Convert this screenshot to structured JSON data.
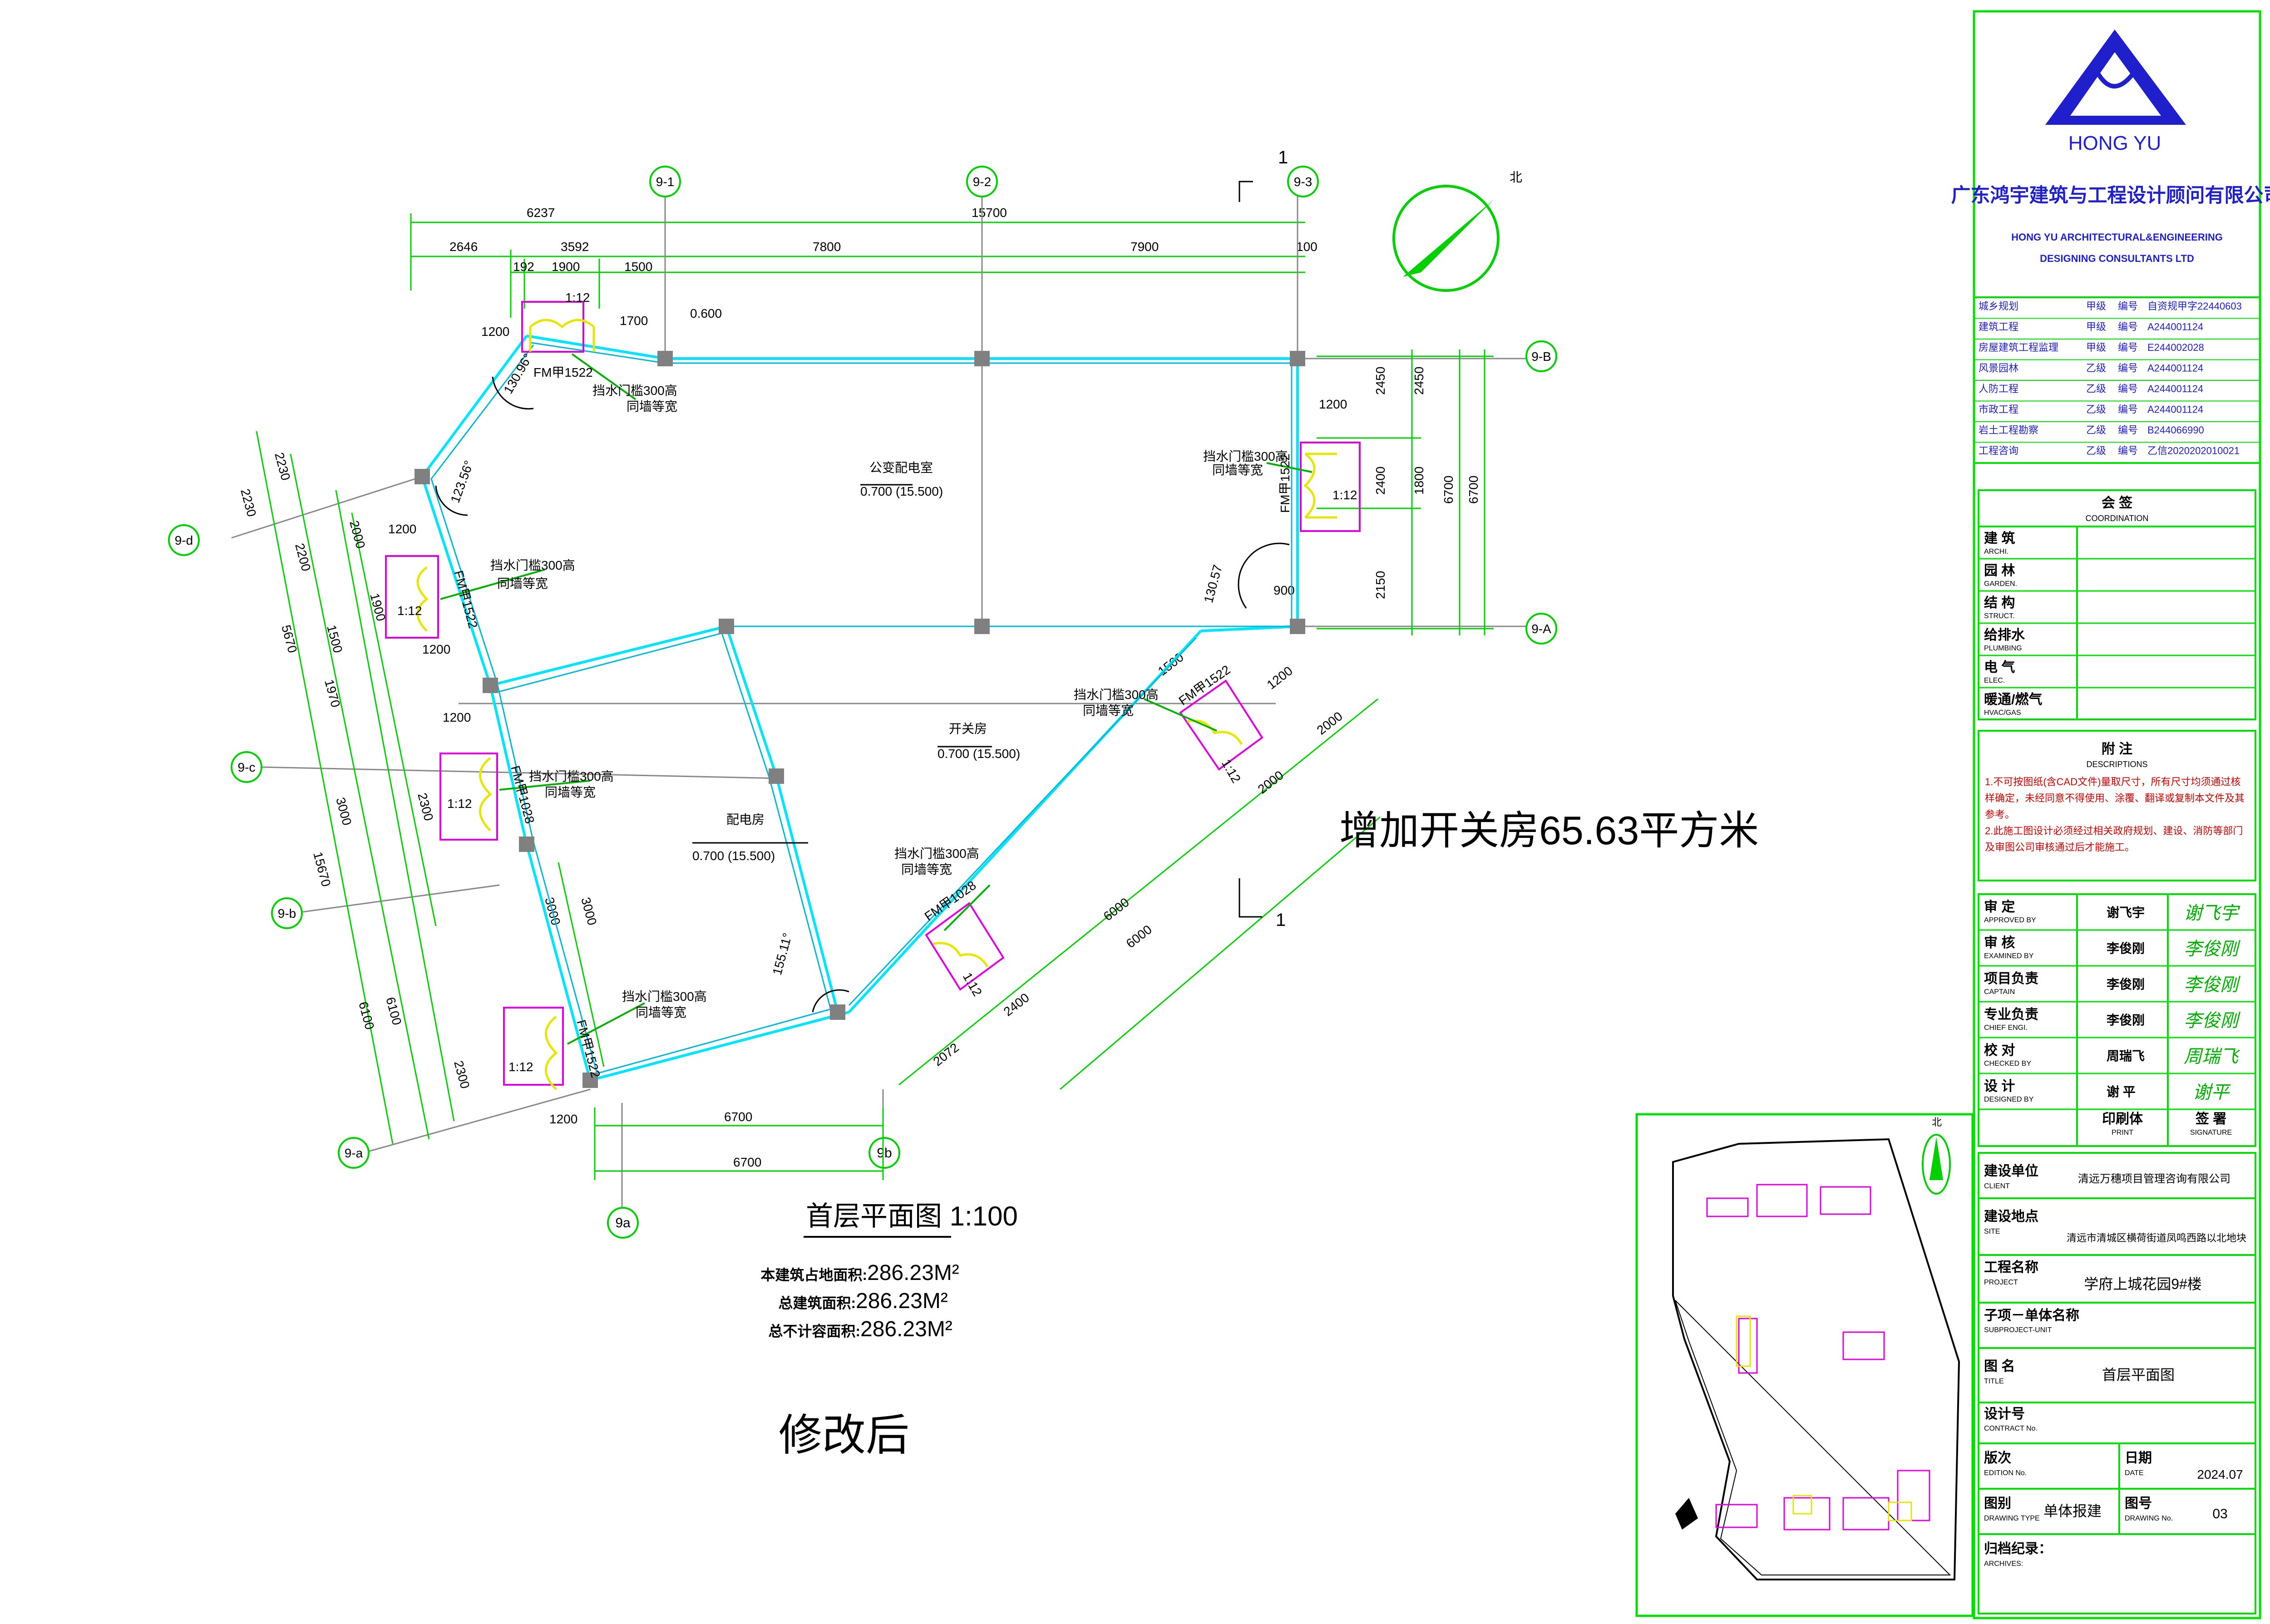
{
  "grid": {
    "g9_1": "9-1",
    "g9_2": "9-2",
    "g9_3": "9-3",
    "g9_B": "9-B",
    "g9_A": "9-A",
    "g9_d": "9-d",
    "g9_c": "9-c",
    "g9_b": "9-b",
    "g9_a": "9-a",
    "g9a": "9a",
    "g9b": "9b"
  },
  "dims": {
    "d6237": "6237",
    "d15700": "15700",
    "d2646": "2646",
    "d3592": "3592",
    "d7800": "7800",
    "d7900": "7900",
    "d100a": "100",
    "d192": "192",
    "d1900": "1900",
    "d1500": "1500",
    "d1200a": "1200",
    "d1700": "1700",
    "d1200b": "1200",
    "d2450a": "2450",
    "d2400": "2400",
    "d2450b": "2450",
    "d1800": "1800",
    "d2150": "2150",
    "d6700a": "6700",
    "d6700b": "6700",
    "d900": "900",
    "d2230": "2230",
    "d2200": "2200",
    "d5670": "5670",
    "d15670": "15670",
    "d6100": "6100",
    "d6100b": "6100",
    "d2000": "2000",
    "d1900b": "1900",
    "d1970": "1970",
    "d3000": "3000",
    "d6700c": "6700",
    "d6700d": "6700",
    "d1200c": "1200",
    "d2300": "2300",
    "d6000a": "6000",
    "d6000b": "6000",
    "d2072": "2072",
    "d2400b": "2400",
    "d2000b": "2000",
    "d1500b": "1500",
    "d1200d": "1200"
  },
  "notes": {
    "slope": "1:12",
    "door_fm": "FM甲1522",
    "door_fm2": "FM甲1028",
    "wall_note": "挡水门槛300高",
    "wall_note2": "同墙等宽",
    "angle1": "130.96°",
    "angle2": "123.56°",
    "angle3": "130.57",
    "angle4": "155.11°",
    "lvl": "0.600",
    "room1": "公变配电室",
    "room1_lvl": "0.700 (15.500)",
    "room2": "开关房",
    "room2_lvl": "0.700 (15.500)",
    "room3": "配电房",
    "room3_lvl": "0.700 (15.500)",
    "added": "增加开关房65.63平方米",
    "section": "1"
  },
  "plan": {
    "title": "首层平面图  1:100",
    "area1_label": "本建筑占地面积:",
    "area1": "286.23M²",
    "area2_label": "总建筑面积:",
    "area2": "286.23M²",
    "area3_label": "总不计容面积:",
    "area3": "286.23M²",
    "revised": "修改后",
    "north": "北"
  },
  "titleblock": {
    "logo_text": "HONG YU",
    "company_cn": "广东鸿宇建筑与工程设计顾问有限公司",
    "company_en1": "HONG YU ARCHITECTURAL&ENGINEERING",
    "company_en2": "DESIGNING CONSULTANTS LTD",
    "quals": [
      {
        "name": "城乡规划",
        "grade": "甲级",
        "no_label": "编号",
        "no": "自资规甲字22440603"
      },
      {
        "name": "建筑工程",
        "grade": "甲级",
        "no_label": "编号",
        "no": "A244001124"
      },
      {
        "name": "房屋建筑工程监理",
        "grade": "甲级",
        "no_label": "编号",
        "no": "E244002028"
      },
      {
        "name": "风景园林",
        "grade": "乙级",
        "no_label": "编号",
        "no": "A244001124"
      },
      {
        "name": "人防工程",
        "grade": "乙级",
        "no_label": "编号",
        "no": "A244001124"
      },
      {
        "name": "市政工程",
        "grade": "乙级",
        "no_label": "编号",
        "no": "A244001124"
      },
      {
        "name": "岩土工程勘察",
        "grade": "乙级",
        "no_label": "编号",
        "no": "B244066990"
      },
      {
        "name": "工程咨询",
        "grade": "乙级",
        "no_label": "编号",
        "no": "乙信2020202010021"
      }
    ],
    "coord_cn": "会  签",
    "coord_en": "COORDINATION",
    "coord_rows": [
      {
        "cn": "建  筑",
        "en": "ARCHI."
      },
      {
        "cn": "园  林",
        "en": "GARDEN."
      },
      {
        "cn": "结  构",
        "en": "STRUCT."
      },
      {
        "cn": "给排水",
        "en": "PLUMBING"
      },
      {
        "cn": "电  气",
        "en": "ELEC."
      },
      {
        "cn": "暖通/燃气",
        "en": "HVAC/GAS"
      }
    ],
    "notes_cn": "附  注",
    "notes_en": "DESCRIPTIONS",
    "note1": "1.不可按图纸(含CAD文件)量取尺寸，所有尺寸均须通过核样确定，未经同意不得使用、涂覆、翻译或复制本文件及其参考。",
    "note2": "2.此施工图设计必须经过相关政府规划、建设、消防等部门及审图公司审核通过后才能施工。",
    "sign_rows": [
      {
        "cn": "审  定",
        "en": "APPROVED  BY",
        "name": "谢飞宇",
        "sig": "谢飞宇"
      },
      {
        "cn": "审  核",
        "en": "EXAMINED  BY",
        "name": "李俊刚",
        "sig": "李俊刚"
      },
      {
        "cn": "项目负责",
        "en": "CAPTAIN",
        "name": "李俊刚",
        "sig": "李俊刚"
      },
      {
        "cn": "专业负责",
        "en": "CHIEF  ENGI.",
        "name": "李俊刚",
        "sig": "李俊刚"
      },
      {
        "cn": "校  对",
        "en": "CHECKED  BY",
        "name": "周瑞飞",
        "sig": "周瑞飞"
      },
      {
        "cn": "设  计",
        "en": "DESIGNED  BY",
        "name": "谢  平",
        "sig": "谢平"
      }
    ],
    "print_cn": "印刷体",
    "print_en": "PRINT",
    "sig_cn": "签  署",
    "sig_en": "SIGNATURE",
    "client_cn": "建设单位",
    "client_en": "CLIENT",
    "client": "清远万穗项目管理咨询有限公司",
    "site_cn": "建设地点",
    "site_en": "SITE",
    "site": "清远市清城区横荷街道凤鸣西路以北地块",
    "project_cn": "工程名称",
    "project_en": "PROJECT",
    "project": "学府上城花园9#楼",
    "sub_cn": "子项－单体名称",
    "sub_en": "SUBPROJECT-UNIT",
    "title_cn": "图  名",
    "title_en": "TITLE",
    "title": "首层平面图",
    "contract_cn": "设计号",
    "contract_en": "CONTRACT  No.",
    "edition_cn": "版次",
    "edition_en": "EDITION  No.",
    "date_cn": "日期",
    "date_en": "DATE",
    "date": "2024.07",
    "type_cn": "图别",
    "type_en": "DRAWING TYPE",
    "type": "单体报建",
    "dwgno_cn": "图号",
    "dwgno_en": "DRAWING No.",
    "dwgno": "03",
    "archive_cn": "归档纪录：",
    "archive_en": "ARCHIVES:"
  },
  "colors": {
    "wall": "#00e5ff",
    "dimension": "#00d000",
    "door": "#e6e600",
    "ramp": "#e000e0",
    "titleblock": "#00e000",
    "logo": "#1f1fcc"
  }
}
